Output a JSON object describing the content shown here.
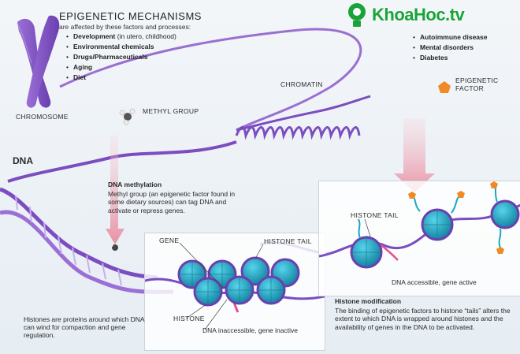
{
  "header": {
    "title": "EPIGENETIC MECHANISMS",
    "subtitle": "are affected by these factors and processes:",
    "factors": [
      {
        "name": "Development",
        "detail": " (in utero, childhood)"
      },
      {
        "name": "Environmental chemicals",
        "detail": ""
      },
      {
        "name": "Drugs/Pharmaceuticals",
        "detail": ""
      },
      {
        "name": "Aging",
        "detail": ""
      },
      {
        "name": "Diet",
        "detail": ""
      }
    ]
  },
  "diseases": [
    "Autoimmune disease",
    "Mental disorders",
    "Diabetes"
  ],
  "watermark": {
    "text": "KhoaHoc.tv",
    "icon": "lightbulb-icon"
  },
  "labels": {
    "chromosome": "CHROMOSOME",
    "chromatin": "CHROMATIN",
    "methyl_group": "METHYL GROUP",
    "epigenetic_factor": "EPIGENETIC\nFACTOR",
    "dna": "DNA",
    "gene": "GENE",
    "histone_tail_left": "HISTONE TAIL",
    "histone": "HISTONE",
    "histone_tail_right": "HISTONE TAIL",
    "dna_inaccessible": "DNA inaccessible, gene inactive",
    "dna_accessible": "DNA accessible, gene active"
  },
  "methylation": {
    "title": "DNA methylation",
    "text": "Methyl group (an epigenetic factor found in some dietary sources) can tag DNA and activate or repress genes."
  },
  "histone_note": "Histones are proteins around which DNA can wind for compaction and gene regulation.",
  "histone_modification": {
    "title": "Histone modification",
    "text": "The binding of epigenetic factors to histone “tails” alters the extent to which DNA is wrapped around histones and the availability of genes in the DNA to be activated."
  },
  "colors": {
    "dna_purple": "#8b5cc8",
    "histone_teal": "#1aa6c4",
    "factor_orange": "#f08a24",
    "watermark_green": "#19a338"
  }
}
